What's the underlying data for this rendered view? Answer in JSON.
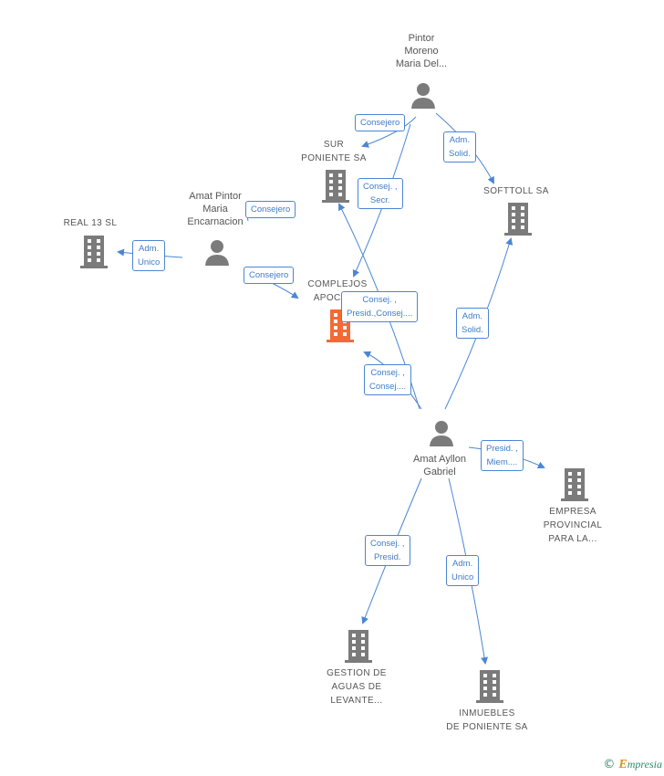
{
  "nodes": {
    "pintor_moreno": {
      "lines": [
        "Pintor",
        "Moreno",
        "Maria Del..."
      ],
      "kind": "person"
    },
    "sur_poniente": {
      "lines": [
        "SUR",
        "PONIENTE SA"
      ],
      "kind": "company"
    },
    "softtoll": {
      "lines": [
        "SOFTTOLL SA"
      ],
      "kind": "company"
    },
    "amat_pintor": {
      "lines": [
        "Amat Pintor",
        "Maria",
        "Encarnacion"
      ],
      "kind": "person"
    },
    "real13": {
      "lines": [
        "REAL 13  SL"
      ],
      "kind": "company"
    },
    "complejos": {
      "lines": [
        "COMPLEJOS",
        "APOCAL..."
      ],
      "kind": "company-main"
    },
    "amat_ayllon": {
      "lines": [
        "Amat Ayllon",
        "Gabriel"
      ],
      "kind": "person"
    },
    "empresa_provincial": {
      "lines": [
        "EMPRESA",
        "PROVINCIAL",
        "PARA LA..."
      ],
      "kind": "company"
    },
    "gestion_aguas": {
      "lines": [
        "GESTION DE",
        "AGUAS DE",
        "LEVANTE..."
      ],
      "kind": "company"
    },
    "inmuebles": {
      "lines": [
        "INMUEBLES",
        "DE PONIENTE SA"
      ],
      "kind": "company"
    }
  },
  "edges": {
    "e1": {
      "lines": [
        "Consejero"
      ]
    },
    "e2": {
      "lines": [
        "Adm.",
        "Solid."
      ]
    },
    "e3": {
      "lines": [
        "Consej. ,",
        "Secr."
      ]
    },
    "e4": {
      "lines": [
        "Consejero"
      ]
    },
    "e5": {
      "lines": [
        "Adm.",
        "Unico"
      ]
    },
    "e6": {
      "lines": [
        "Consejero"
      ]
    },
    "e7": {
      "lines": [
        "Consej. ,",
        "Presid.,Consej...."
      ]
    },
    "e8": {
      "lines": [
        "Adm.",
        "Solid."
      ]
    },
    "e9": {
      "lines": [
        "Consej. ,",
        "Consej...."
      ]
    },
    "e10": {
      "lines": [
        "Presid. ,",
        "Miem...."
      ]
    },
    "e11": {
      "lines": [
        "Consej. ,",
        "Presid."
      ]
    },
    "e12": {
      "lines": [
        "Adm.",
        "Unico"
      ]
    }
  },
  "colors": {
    "edge": "#4a86d4",
    "icon": "#7b7b7b",
    "main": "#f26b35"
  },
  "footer": {
    "copyright": "©",
    "brand_first": "E",
    "brand_rest": "mpresia"
  }
}
